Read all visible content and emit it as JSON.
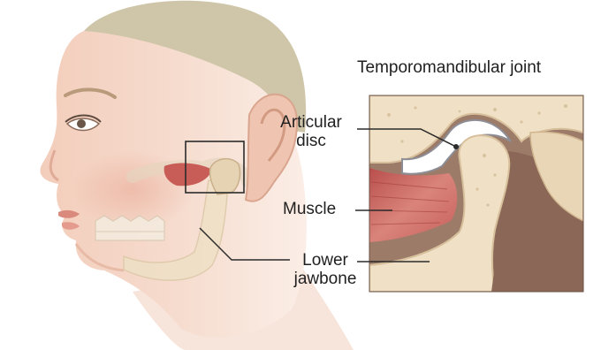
{
  "inset": {
    "title": "Temporomandibular joint"
  },
  "labels": {
    "disc_line1": "Articular",
    "disc_line2": "disc",
    "muscle": "Muscle",
    "jaw_line1": "Lower",
    "jaw_line2": "jawbone"
  },
  "colors": {
    "skin_light": "#f6ddd0",
    "skin_mid": "#ecc3b0",
    "skin_shadow": "#d9a58e",
    "hair": "#cfc6a9",
    "bone": "#efe0c6",
    "bone_edge": "#d6bf9a",
    "cavity": "#9c7b69",
    "muscle": "#d06f68",
    "disc": "#ffffff",
    "leader": "#2b2b2b"
  }
}
